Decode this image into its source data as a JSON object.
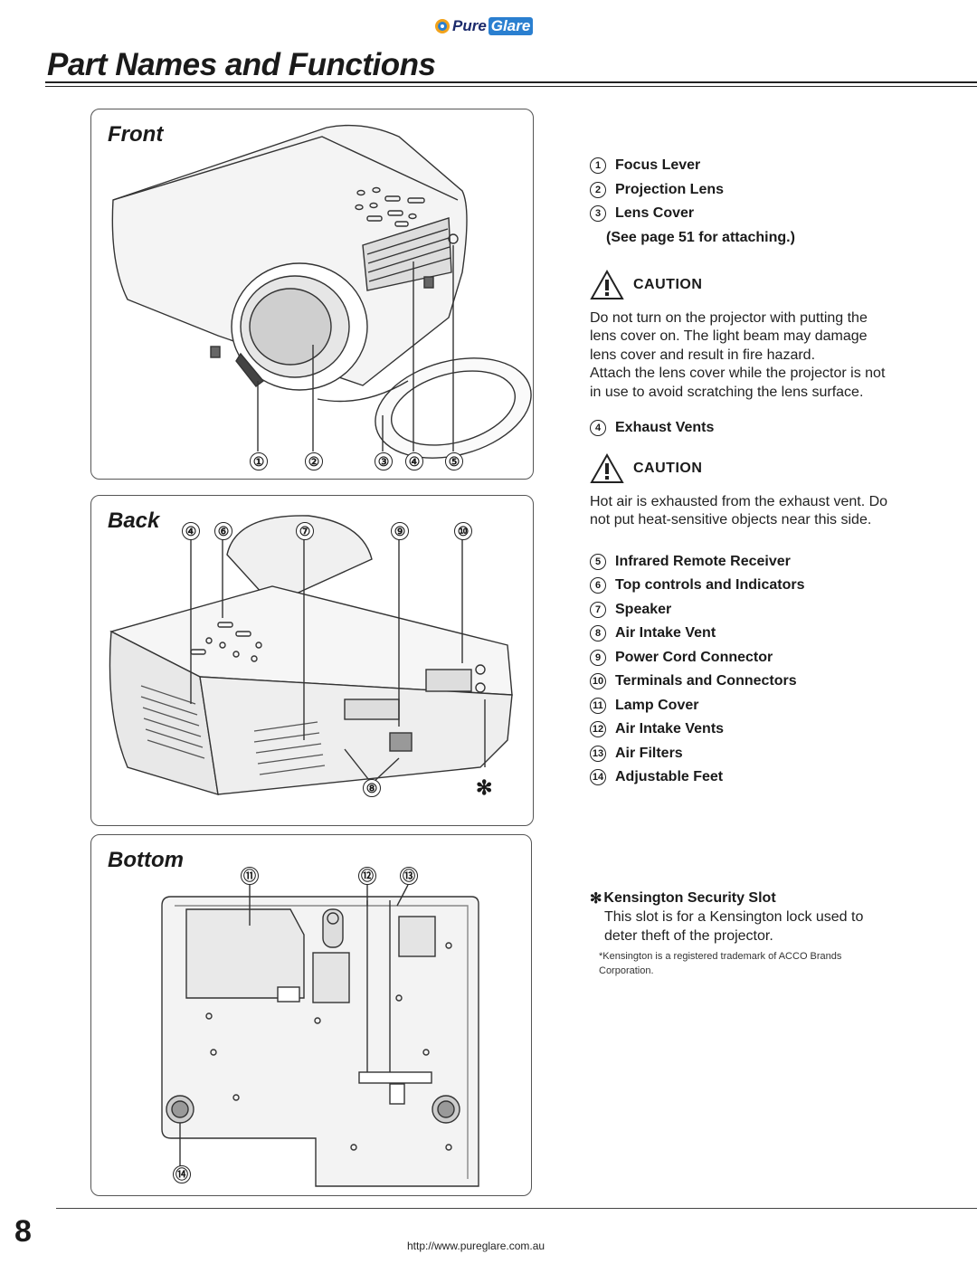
{
  "header": {
    "logo": {
      "icon": "pureglare-logo-icon",
      "brand_a": "Pure",
      "brand_b": "Glare"
    },
    "title": "Part Names and Functions"
  },
  "figures": {
    "front": {
      "title": "Front",
      "callouts": [
        "①",
        "②",
        "③",
        "④",
        "⑤"
      ]
    },
    "back": {
      "title": "Back",
      "callouts": [
        "④",
        "⑥",
        "⑦",
        "⑨",
        "⑩",
        "⑧",
        "✻"
      ]
    },
    "bottom": {
      "title": "Bottom",
      "callouts": [
        "⑪",
        "⑫",
        "⑬",
        "⑭"
      ]
    }
  },
  "parts_a": [
    {
      "num": "1",
      "label": "Focus Lever"
    },
    {
      "num": "2",
      "label": "Projection Lens"
    },
    {
      "num": "3",
      "label": "Lens Cover"
    }
  ],
  "parts_a_note": "(See page 51 for attaching.)",
  "caution_1": {
    "label": "CAUTION",
    "text1": "Do not turn on the projector with putting the lens cover on. The light beam may damage lens cover and result in fire hazard.",
    "text2": "Attach the lens cover while the projector is not in use to avoid scratching the lens surface."
  },
  "parts_b": [
    {
      "num": "4",
      "label": "Exhaust Vents"
    }
  ],
  "caution_2": {
    "label": "CAUTION",
    "text1": "Hot air is exhausted from the exhaust vent. Do not put heat-sensitive objects near this side."
  },
  "parts_c": [
    {
      "num": "5",
      "label": "Infrared Remote Receiver"
    },
    {
      "num": "6",
      "label": "Top controls and Indicators"
    },
    {
      "num": "7",
      "label": "Speaker"
    },
    {
      "num": "8",
      "label": "Air Intake Vent"
    },
    {
      "num": "9",
      "label": "Power Cord Connector"
    },
    {
      "num": "10",
      "label": "Terminals and Connectors"
    },
    {
      "num": "11",
      "label": "Lamp Cover"
    },
    {
      "num": "12",
      "label": "Air Intake Vents"
    },
    {
      "num": "13",
      "label": "Air Filters"
    },
    {
      "num": "14",
      "label": "Adjustable Feet"
    }
  ],
  "kensington": {
    "mark": "✻",
    "title": "Kensington Security Slot",
    "text": "This slot is for a Kensington lock used to deter theft of the projector.",
    "footnote": "*Kensington is a registered trademark of ACCO Brands Corporation."
  },
  "footer": {
    "page_number": "8",
    "url": "http://www.pureglare.com.au"
  }
}
